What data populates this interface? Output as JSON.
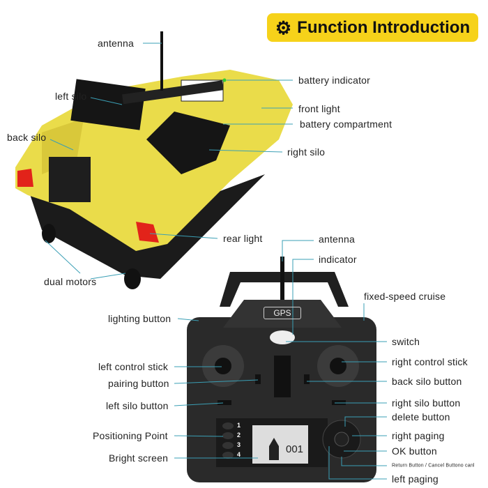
{
  "title": {
    "text": "Function Introduction",
    "icon": "gear-icon"
  },
  "colors": {
    "accent": "#f6d21a",
    "leader_line": "#3a9fb5",
    "hull": "#eadc4a"
  },
  "boat_labels": {
    "antenna": "antenna",
    "left_silo": "left silo",
    "back_silo": "back silo",
    "battery_indicator": "battery indicator",
    "front_light": "front light",
    "battery_compartment": "battery compartment",
    "right_silo": "right silo",
    "rear_light": "rear light",
    "dual_motors": "dual motors"
  },
  "controller_labels": {
    "antenna": "antenna",
    "indicator": "indicator",
    "fixed_speed_cruise": "fixed-speed cruise",
    "lighting_button": "lighting button",
    "switch": "switch",
    "left_control_stick": "left control stick",
    "right_control_stick": "right control stick",
    "pairing_button": "pairing button",
    "back_silo_button": "back silo button",
    "left_silo_button": "left silo button",
    "right_silo_button": "right silo button",
    "delete_button": "delete button",
    "positioning_point": "Positioning Point",
    "right_paging": "right paging",
    "bright_screen": "Bright screen",
    "ok_button": "OK button",
    "return_button": "Return Button / Cancel Buttono canl",
    "left_paging": "left paging"
  },
  "controller": {
    "badge": "GPS",
    "screen_value": "001",
    "points": [
      "1",
      "2",
      "3",
      "4"
    ]
  }
}
